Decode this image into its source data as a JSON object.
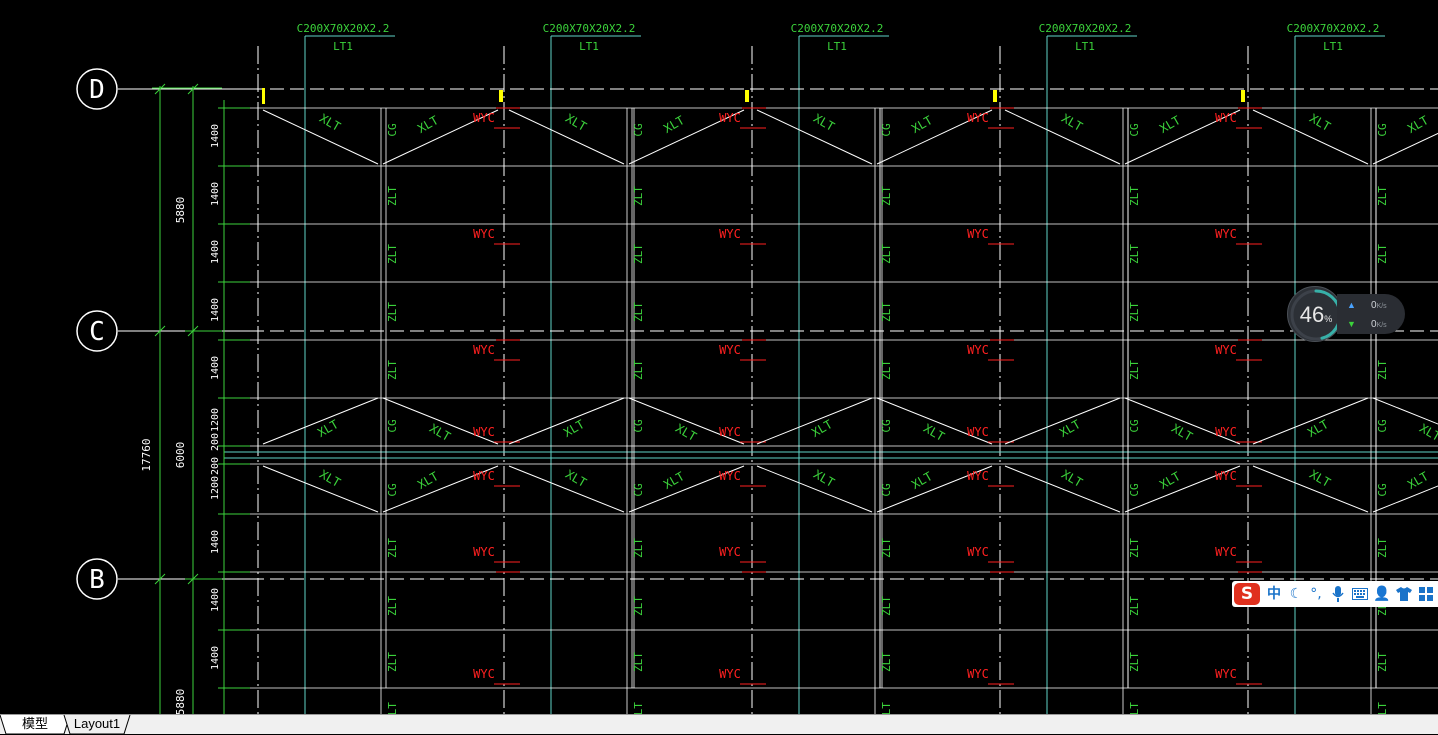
{
  "drawing": {
    "colors": {
      "background": "#000000",
      "frame_line": "#ffffff",
      "column_line": "#5fd3c7",
      "purlin_label": "#3bd23b",
      "wind_label": "#ff2020",
      "dimension": "#3bd23b",
      "grid_bubble": "#ffffff",
      "column_marker": "#ffff00"
    },
    "grid_axes": [
      "D",
      "C",
      "B"
    ],
    "member_spec": "C200X70X20X2.2",
    "member_tag": "LT1",
    "labels": {
      "tie_rod": "XLT",
      "brace": "CG",
      "straight_tie": "ZLT",
      "wind_column": "WYC"
    },
    "dimensions": {
      "total": "17760",
      "span_dc": "5880",
      "span_cb": "6000",
      "span_bottom": "5880",
      "purlin_spacing_a": "1400",
      "purlin_spacing_b": "1200",
      "gap": "200"
    }
  },
  "netmon": {
    "percent": "46",
    "percent_unit": "%",
    "usage_fraction": 0.46,
    "up_value": "0",
    "down_value": "0",
    "unit": "K/s",
    "up_icon": "arrow-up-icon",
    "down_icon": "arrow-down-icon",
    "ring_color": "#37b0a8"
  },
  "ime": {
    "logo": "S",
    "lang": "中",
    "icons": [
      "moon-icon",
      "punctuation-icon",
      "microphone-icon",
      "keyboard-icon",
      "user-icon",
      "shirt-icon",
      "grid-icon"
    ]
  },
  "tabs": {
    "model": "模型",
    "layout1": "Layout1"
  }
}
